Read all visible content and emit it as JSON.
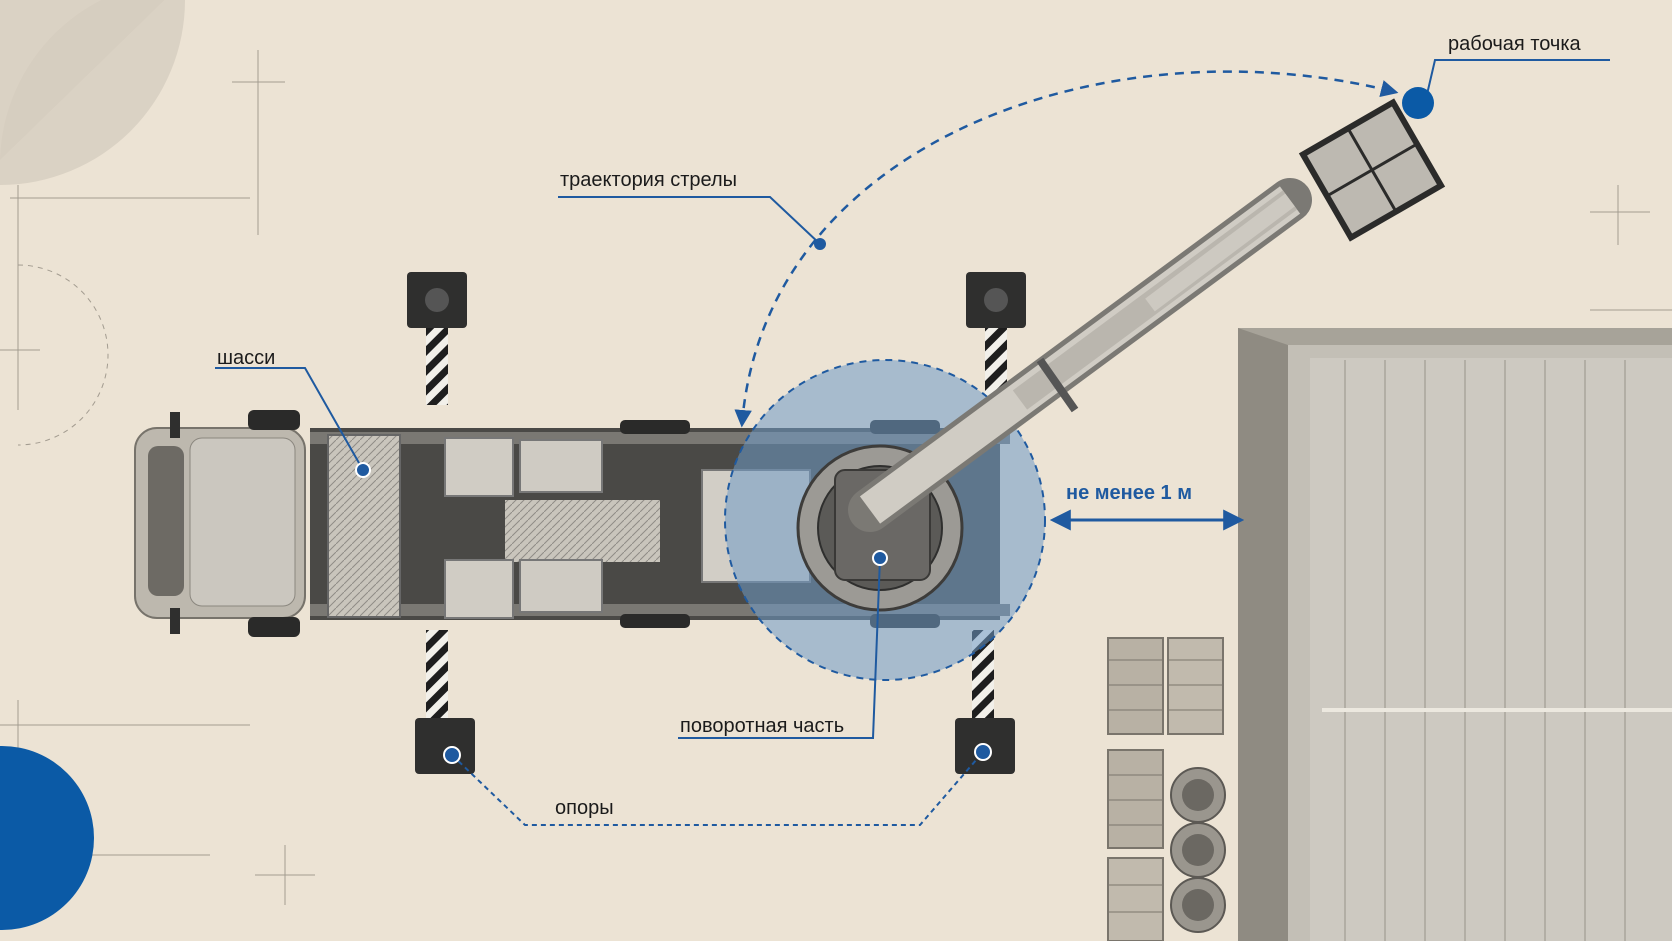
{
  "labels": {
    "work_point": "рабочая точка",
    "boom_path": "траектория стрелы",
    "chassis": "шасси",
    "clearance": "не менее 1 м",
    "turret": "поворотная часть",
    "outriggers": "опоры"
  },
  "colors": {
    "background": "#ece3d4",
    "accent_blue": "#1f5aa0",
    "marker_blue": "#0b5aa6",
    "turret_fill": "#6f9ac7",
    "truck_body": "#bdb8ae",
    "frame_dark": "#4a4946",
    "building": "#b9b4aa"
  }
}
